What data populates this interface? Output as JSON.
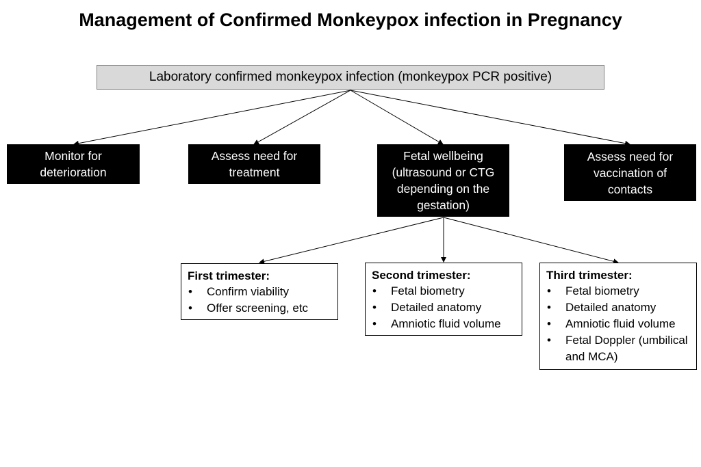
{
  "title": "Management of Confirmed Monkeypox infection in Pregnancy",
  "root": {
    "label": "Laboratory confirmed monkeypox infection (monkeypox PCR positive)"
  },
  "level1": [
    {
      "label": "Monitor for deterioration"
    },
    {
      "label": "Assess need for treatment"
    },
    {
      "label": "Fetal wellbeing (ultrasound or CTG depending on the gestation)"
    },
    {
      "label": "Assess need for vaccination of contacts"
    }
  ],
  "trimesters": [
    {
      "heading": "First trimester:",
      "items": [
        "Confirm viability",
        "Offer screening, etc"
      ]
    },
    {
      "heading": "Second trimester:",
      "items": [
        "Fetal biometry",
        "Detailed anatomy",
        "Amniotic fluid volume"
      ]
    },
    {
      "heading": "Third trimester:",
      "items": [
        "Fetal biometry",
        "Detailed anatomy",
        "Amniotic fluid volume",
        "Fetal Doppler (umbilical and MCA)"
      ]
    }
  ],
  "colors": {
    "root_fill": "#d9d9d9",
    "box_fill": "#000000",
    "box_text": "#ffffff",
    "line": "#000000"
  }
}
